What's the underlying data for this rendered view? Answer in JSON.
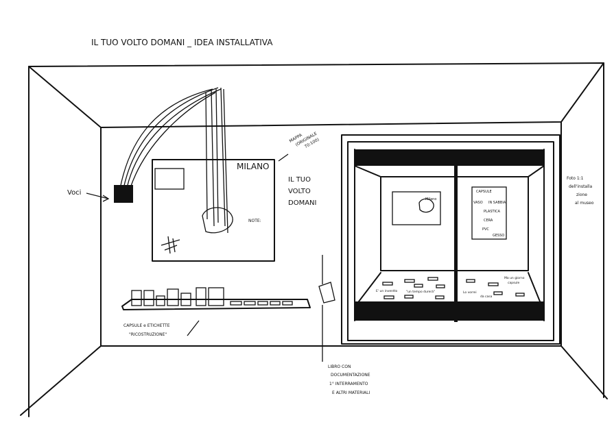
{
  "title": "IL TUO VOLTO DOMANI _ IDEA INSTALLATIVA",
  "labels": {
    "voci": "Voci",
    "milano": "MILANO",
    "note": "NOTE:",
    "mappa": [
      "MAPPA",
      "(ORIGINALE",
      "70:100)"
    ],
    "installation_title": [
      "IL TUO",
      "VOLTO",
      "DOMANI"
    ],
    "foto": [
      "Foto 1:1",
      "dell'installa",
      "zione",
      "al museo"
    ],
    "capsule_label": [
      "CAPSULE e ETICHETTE",
      "\"RICOSTRUZIONE\""
    ],
    "libro": [
      "LIBRO CON",
      "DOCUMENTAZIONE",
      "1° INTERRAMENTO",
      "E ALTRI MATERIALI"
    ]
  },
  "photo": {
    "map_city": "Milano",
    "capsule_panel": {
      "title": "CAPSULE",
      "items": [
        "VASO",
        "IN SABBIA",
        "PLASTICA",
        "CERA",
        "PVC",
        "GESSO"
      ]
    },
    "floor_labels": [
      "E' un inventto",
      "\"un tempo durerà\"",
      "Lo vorrei",
      "da casa",
      "Ma un giorno",
      "capsule"
    ]
  }
}
